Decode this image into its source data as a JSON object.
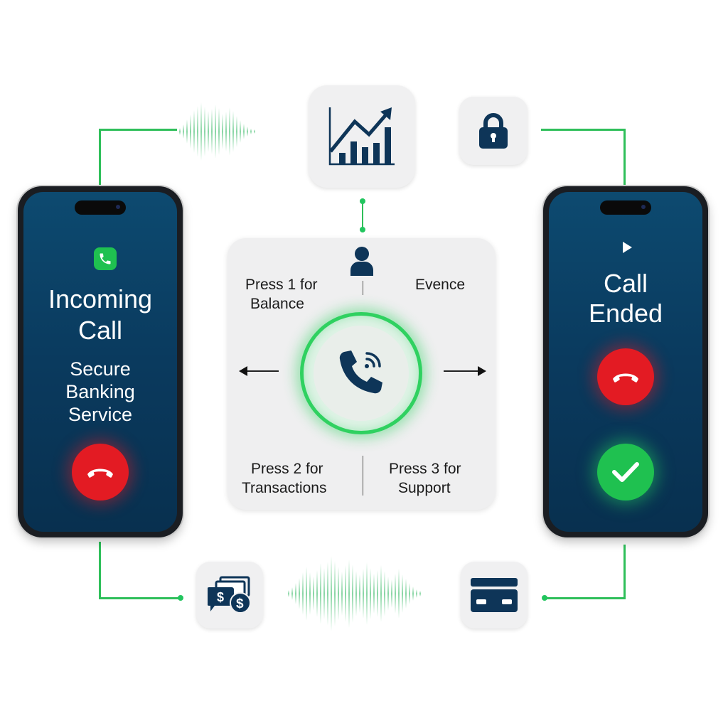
{
  "left_phone": {
    "status_icon": "phone-icon-green",
    "title_line1": "Incoming",
    "title_line2": "Call",
    "subtitle_line1": "Secure",
    "subtitle_line2": "Banking",
    "subtitle_line3": "Service",
    "decline_button": "end-call-icon"
  },
  "right_phone": {
    "status_icon": "play-icon",
    "title_line1": "Call",
    "title_line2": "Ended",
    "end_button": "end-call-icon",
    "confirm_button": "checkmark-icon"
  },
  "ivr_menu": {
    "top_icon": "user-icon",
    "center_icon": "phone-ringing-icon",
    "option1_line1": "Press 1 for",
    "option1_line2": "Balance",
    "top_right_label": "Evence",
    "option2_line1": "Press 2 for",
    "option2_line2": "Transactions",
    "option3_line1": "Press 3 for",
    "option3_line2": "Support",
    "left_arrow": "arrow-left-icon",
    "right_arrow": "arrow-right-icon"
  },
  "tiles": {
    "top_center": "chart-growth-icon",
    "top_right": "lock-icon",
    "bottom_left": "money-chat-icon",
    "bottom_right": "credit-card-icon"
  },
  "colors": {
    "accent_green": "#22c55e",
    "navy": "#0e3558",
    "decline_red": "#e31b23",
    "screen_blue": "#0a3a5e"
  }
}
